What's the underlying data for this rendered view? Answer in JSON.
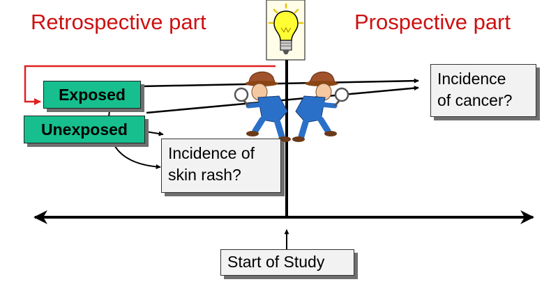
{
  "headings": {
    "retrospective": "Retrospective part",
    "prospective": "Prospective part"
  },
  "groups": {
    "exposed": "Exposed",
    "unexposed": "Unexposed"
  },
  "callouts": {
    "cancer": "Incidence\nof cancer?",
    "skin_rash": "Incidence of\nskin rash?",
    "start": "Start of Study"
  },
  "icons": {
    "idea": "light-bulb-icon",
    "detectives": "detective-figures-icon"
  },
  "colors": {
    "heading_red": "#cc1111",
    "group_green": "#17bf8e",
    "callout_gray": "#f2f2f2",
    "bulb_yellow": "#ffff33"
  }
}
